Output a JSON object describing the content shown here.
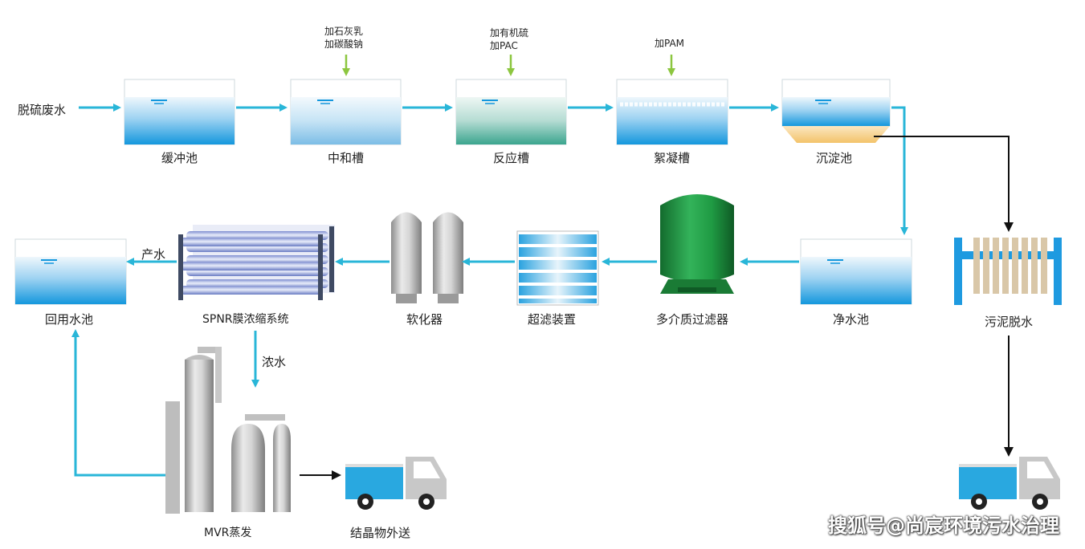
{
  "input": {
    "label": "脱硫废水"
  },
  "tanks": {
    "buffer": "缓冲池",
    "neutral": "中和槽",
    "reaction": "反应槽",
    "floc": "絮凝槽",
    "settle": "沉淀池",
    "clear": "净水池",
    "reuse": "回用水池"
  },
  "dosing": {
    "neutral_1": "加石灰乳",
    "neutral_2": "加碳酸钠",
    "reaction_1": "加有机硫",
    "reaction_2": "加PAC",
    "floc_1": "加PAM"
  },
  "equipment": {
    "multimedia": "多介质过滤器",
    "uf": "超滤装置",
    "softener": "软化器",
    "spnr": "SPNR膜浓缩系统",
    "mvr": "MVR蒸发",
    "sludge": "污泥脱水",
    "crystal": "结晶物外送"
  },
  "flows": {
    "product": "产水",
    "concentrate": "浓水"
  },
  "watermark": "搜狐号@尚宸环境污水治理",
  "colors": {
    "flow_arrow": "#29b6d8",
    "sludge_arrow": "#111111",
    "dosing_arrow": "#8cc63f",
    "water_top": "#e9f5fc",
    "water_bottom": "#1aa0e2",
    "green_tank": "#1f9a43",
    "truck_body": "#29a8e0",
    "truck_cab": "#c8c8c8"
  }
}
